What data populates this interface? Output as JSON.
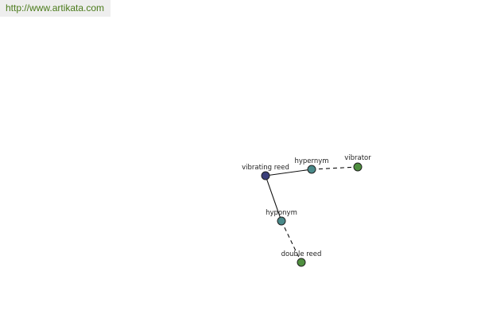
{
  "header": {
    "url": "http://www.artikata.com"
  },
  "graph": {
    "colors": {
      "root": "#3a3f7a",
      "relation": "#4a8a8a",
      "leaf": "#4f8f3f"
    },
    "nodes": [
      {
        "id": "vibrating-reed",
        "label": "vibrating reed",
        "kind": "root"
      },
      {
        "id": "hypernym",
        "label": "hypernym",
        "kind": "relation"
      },
      {
        "id": "vibrator",
        "label": "vibrator",
        "kind": "leaf"
      },
      {
        "id": "hyponym",
        "label": "hyponym",
        "kind": "relation"
      },
      {
        "id": "double-reed",
        "label": "double reed",
        "kind": "leaf"
      }
    ],
    "edges": [
      {
        "from": "vibrating-reed",
        "to": "hypernym",
        "style": "solid"
      },
      {
        "from": "hypernym",
        "to": "vibrator",
        "style": "dashed"
      },
      {
        "from": "vibrating-reed",
        "to": "hyponym",
        "style": "solid"
      },
      {
        "from": "hyponym",
        "to": "double-reed",
        "style": "dashed"
      }
    ]
  }
}
